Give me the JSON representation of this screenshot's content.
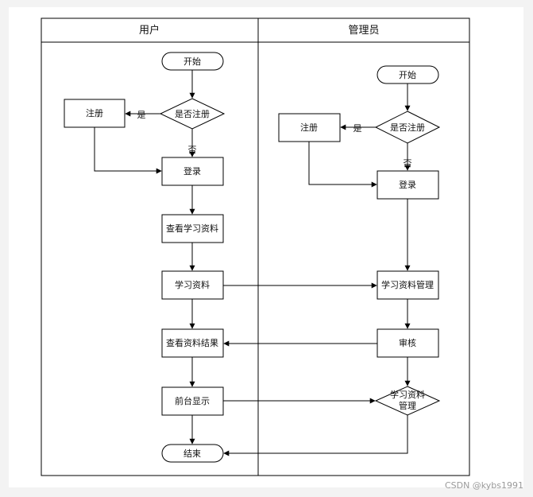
{
  "lanes": {
    "user": "用户",
    "admin": "管理员"
  },
  "user_flow": {
    "start": "开始",
    "decision": "是否注册",
    "register": "注册",
    "yes": "是",
    "no": "否",
    "login": "登录",
    "view_materials": "查看学习资料",
    "study_materials": "学习资料",
    "view_results": "查看资料结果",
    "frontend_display": "前台显示",
    "end": "结束"
  },
  "admin_flow": {
    "start": "开始",
    "decision": "是否注册",
    "register": "注册",
    "yes": "是",
    "no": "否",
    "login": "登录",
    "manage_materials": "学习资料管理",
    "review": "审核",
    "manage_decision_line1": "学习资料",
    "manage_decision_line2": "管理"
  },
  "watermark": "CSDN @kybs1991"
}
